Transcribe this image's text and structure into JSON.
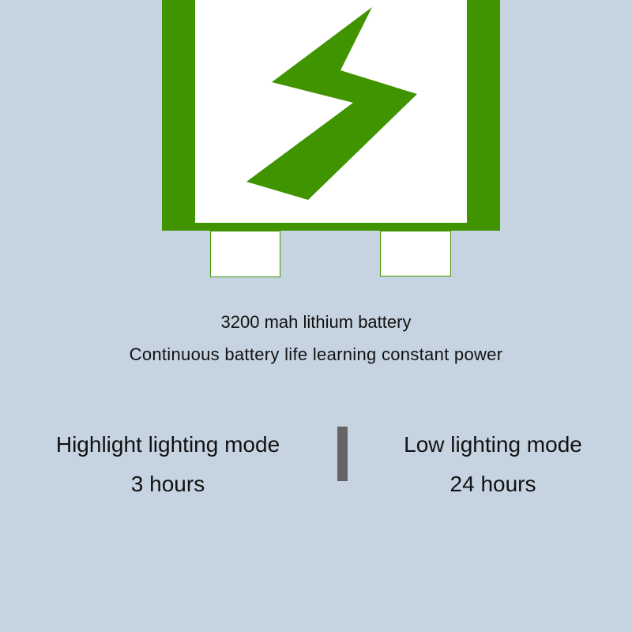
{
  "colors": {
    "background": "#c6d4e2",
    "battery_green": "#3f9400",
    "divider": "#656565"
  },
  "icon": "battery-lightning-icon",
  "headline": "3200 mah lithium battery",
  "subline": "Continuous battery life learning constant power",
  "modes": [
    {
      "label": "Highlight lighting mode",
      "duration": "3 hours"
    },
    {
      "label": "Low lighting mode",
      "duration": "24 hours"
    }
  ]
}
